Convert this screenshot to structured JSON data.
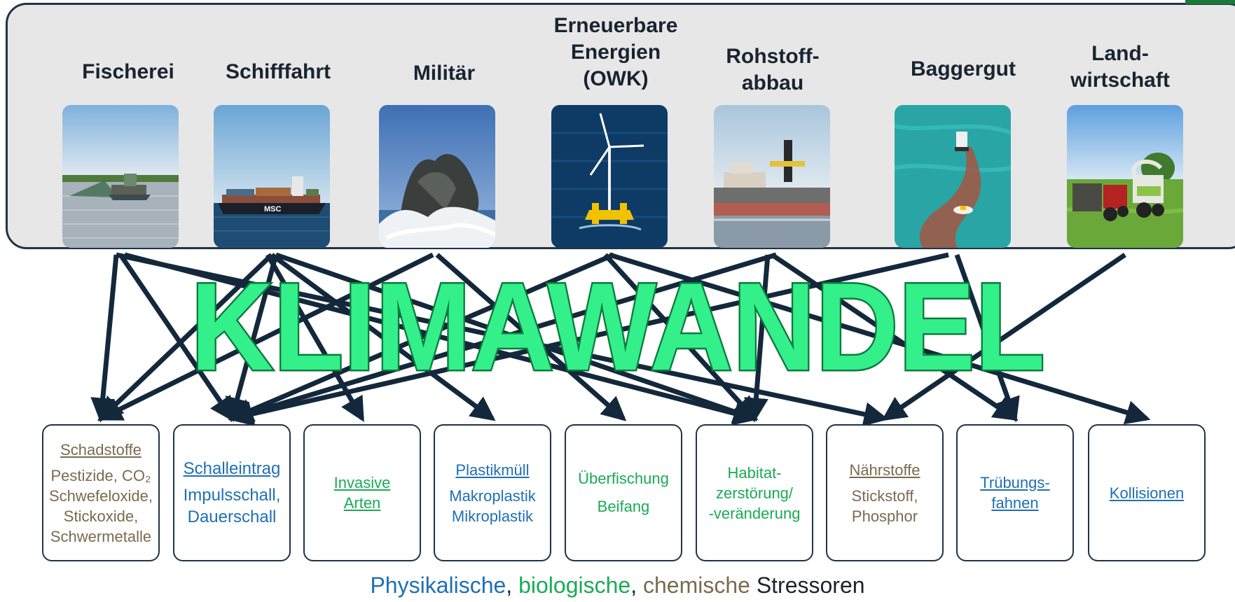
{
  "sources": [
    {
      "label": [
        "Fischerei"
      ],
      "photo": "fishing-boat"
    },
    {
      "label": [
        "Schifffahrt"
      ],
      "photo": "container-ship",
      "ship_text": "MSC"
    },
    {
      "label": [
        "Militär"
      ],
      "photo": "underwater-explosion"
    },
    {
      "label": [
        "Erneuerbare",
        "Energien",
        "(OWK)"
      ],
      "photo": "floating-wind-turbine"
    },
    {
      "label": [
        "Rohstoff-",
        "abbau"
      ],
      "photo": "dredging-vessel"
    },
    {
      "label": [
        "Baggergut"
      ],
      "photo": "dredge-plume"
    },
    {
      "label": [
        "Land-",
        "wirtschaft"
      ],
      "photo": "harvester-tractor"
    }
  ],
  "overlay_text": "KLIMAWANDEL",
  "stressors": [
    {
      "title": "Schadstoffe",
      "category": "chemical",
      "details": [
        "Pestizide, CO₂",
        "Schwefeloxide,",
        "Stickoxide,",
        "Schwermetalle"
      ]
    },
    {
      "title": "Schalleintrag",
      "category": "physical",
      "details": [
        "Impulsschall,",
        "Dauerschall"
      ]
    },
    {
      "title": "Invasive Arten",
      "title_lines": [
        "Invasive",
        "Arten"
      ],
      "category": "biological",
      "details": []
    },
    {
      "title": "Plastikmüll",
      "category": "physical",
      "details": [
        "Makroplastik",
        "Mikroplastik"
      ]
    },
    {
      "title": "",
      "category": "biological",
      "details": [
        "Überfischung",
        "Beifang"
      ],
      "details_spacing": "wide"
    },
    {
      "title": "",
      "category": "biological",
      "details": [
        "Habitat-",
        "zerstörung/",
        "-veränderung"
      ]
    },
    {
      "title": "Nährstoffe",
      "category": "chemical",
      "details": [
        "Stickstoff,",
        "Phosphor"
      ]
    },
    {
      "title": "Trübungs-fahnen",
      "title_lines": [
        "Trübungs-",
        "fahnen"
      ],
      "category": "physical",
      "details": []
    },
    {
      "title": "Kollisionen",
      "category": "physical",
      "details": []
    }
  ],
  "edges": [
    [
      0,
      0
    ],
    [
      0,
      1
    ],
    [
      0,
      5
    ],
    [
      0,
      6
    ],
    [
      1,
      0
    ],
    [
      1,
      1
    ],
    [
      1,
      2
    ],
    [
      1,
      3
    ],
    [
      1,
      5
    ],
    [
      2,
      0
    ],
    [
      2,
      4
    ],
    [
      3,
      1
    ],
    [
      3,
      5
    ],
    [
      3,
      8
    ],
    [
      4,
      1
    ],
    [
      4,
      5
    ],
    [
      4,
      7
    ],
    [
      5,
      7
    ],
    [
      5,
      1
    ],
    [
      6,
      6
    ]
  ],
  "legend": {
    "physical": "Physikalische",
    "sep1": ", ",
    "biological": "biologische",
    "sep2": ", ",
    "chemical": "chemische",
    "rest": " Stressoren"
  },
  "colors": {
    "panel_bg": "#e7e7e8",
    "frame": "#1f3447",
    "arrow": "#14283c",
    "klimawandel_fill": "#33f08a",
    "klimawandel_stroke": "#0d7a3c",
    "physical": "#1f6fb5",
    "biological": "#1aaa55",
    "chemical": "#7b6a4e"
  }
}
